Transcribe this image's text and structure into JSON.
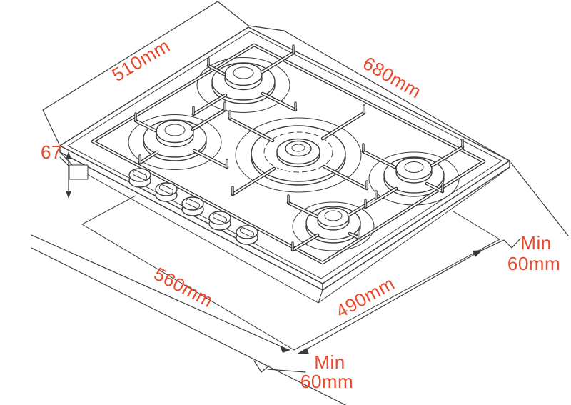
{
  "labels": {
    "hob_depth": "510mm",
    "hob_width": "680mm",
    "hob_height": "67",
    "cutout_width": "560mm",
    "cutout_depth": "490mm",
    "clearance_side": {
      "line1": "Min",
      "line2": "60mm"
    },
    "clearance_front": {
      "line1": "Min",
      "line2": "60mm"
    }
  },
  "colors": {
    "dimension_text": "#e8492d",
    "line_art": "#3a3a3a",
    "background": "#ffffff"
  }
}
